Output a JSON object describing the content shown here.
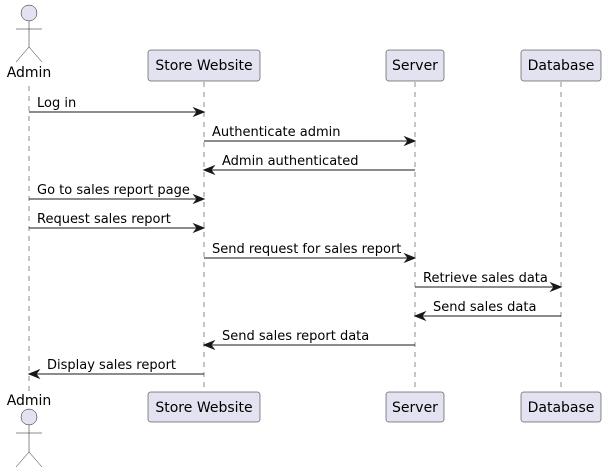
{
  "participants": {
    "admin": "Admin",
    "store": "Store Website",
    "server": "Server",
    "database": "Database"
  },
  "messages": [
    {
      "from": "admin",
      "to": "store",
      "label": "Log in"
    },
    {
      "from": "store",
      "to": "server",
      "label": "Authenticate admin"
    },
    {
      "from": "server",
      "to": "store",
      "label": "Admin authenticated"
    },
    {
      "from": "admin",
      "to": "store",
      "label": "Go to sales report page"
    },
    {
      "from": "admin",
      "to": "store",
      "label": "Request sales report"
    },
    {
      "from": "store",
      "to": "server",
      "label": "Send request for sales report"
    },
    {
      "from": "server",
      "to": "database",
      "label": "Retrieve sales data"
    },
    {
      "from": "database",
      "to": "server",
      "label": "Send sales data"
    },
    {
      "from": "server",
      "to": "store",
      "label": "Send sales report data"
    },
    {
      "from": "store",
      "to": "admin",
      "label": "Display sales report"
    }
  ],
  "colors": {
    "participant_fill": "#e2e2f0",
    "stroke": "#181818"
  }
}
